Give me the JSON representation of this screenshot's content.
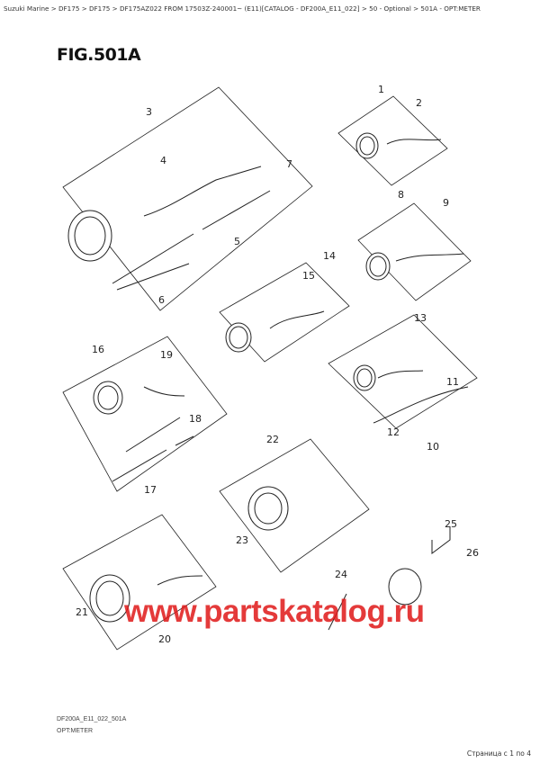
{
  "breadcrumb": "Suzuki Marine > DF175 > DF175 > DF175AZ022 FROM 17503Z-240001~ (E11)[CATALOG - DF200A_E11_022] > 50 - Optional > 501A - OPT:METER",
  "figure_title": "FIG.501A",
  "callouts": [
    "1",
    "2",
    "3",
    "4",
    "5",
    "6",
    "7",
    "8",
    "9",
    "10",
    "11",
    "12",
    "13",
    "14",
    "15",
    "16",
    "17",
    "18",
    "19",
    "20",
    "21",
    "22",
    "23",
    "24",
    "25",
    "26"
  ],
  "footer": {
    "code": "DF200A_E11_022_501A",
    "title": "OPT:METER",
    "page": "Страница с 1 по 4"
  },
  "watermark": "www.partskatalog.ru",
  "colors": {
    "watermark": "#e01818",
    "line": "#222222"
  }
}
